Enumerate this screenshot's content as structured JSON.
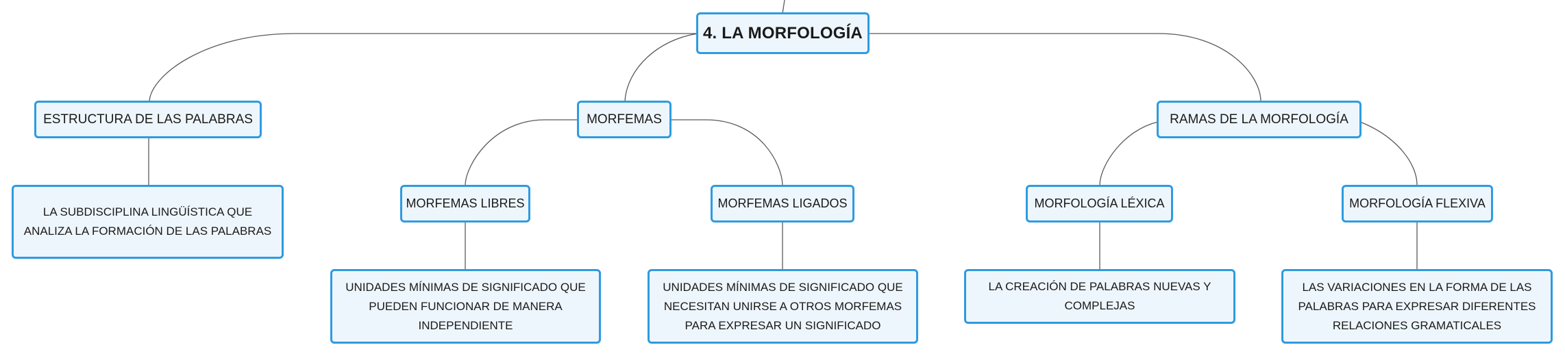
{
  "colors": {
    "node_border": "#2e9be0",
    "node_fill": "#eef6fd",
    "connector": "#5a5a5a"
  },
  "root": {
    "label": "4. LA MORFOLOGÍA"
  },
  "branches": {
    "estructura": {
      "label": "ESTRUCTURA DE LAS PALABRAS",
      "definition": "LA SUBDISCIPLINA LINGÜÍSTICA QUE ANALIZA LA FORMACIÓN DE LAS PALABRAS"
    },
    "morfemas": {
      "label": "MORFEMAS",
      "libres": {
        "label": "MORFEMAS LIBRES",
        "definition": "UNIDADES MÍNIMAS DE SIGNIFICADO QUE PUEDEN FUNCIONAR DE MANERA INDEPENDIENTE"
      },
      "ligados": {
        "label": "MORFEMAS LIGADOS",
        "definition": "UNIDADES MÍNIMAS DE SIGNIFICADO QUE NECESITAN UNIRSE A OTROS MORFEMAS PARA EXPRESAR UN SIGNIFICADO"
      }
    },
    "ramas": {
      "label": "RAMAS DE LA MORFOLOGÍA",
      "lexica": {
        "label": "MORFOLOGÍA LÉXICA",
        "definition": "LA CREACIÓN DE PALABRAS NUEVAS Y COMPLEJAS"
      },
      "flexiva": {
        "label": "MORFOLOGÍA FLEXIVA",
        "definition": "LAS VARIACIONES EN LA FORMA DE LAS PALABRAS PARA EXPRESAR DIFERENTES RELACIONES GRAMATICALES"
      }
    }
  }
}
